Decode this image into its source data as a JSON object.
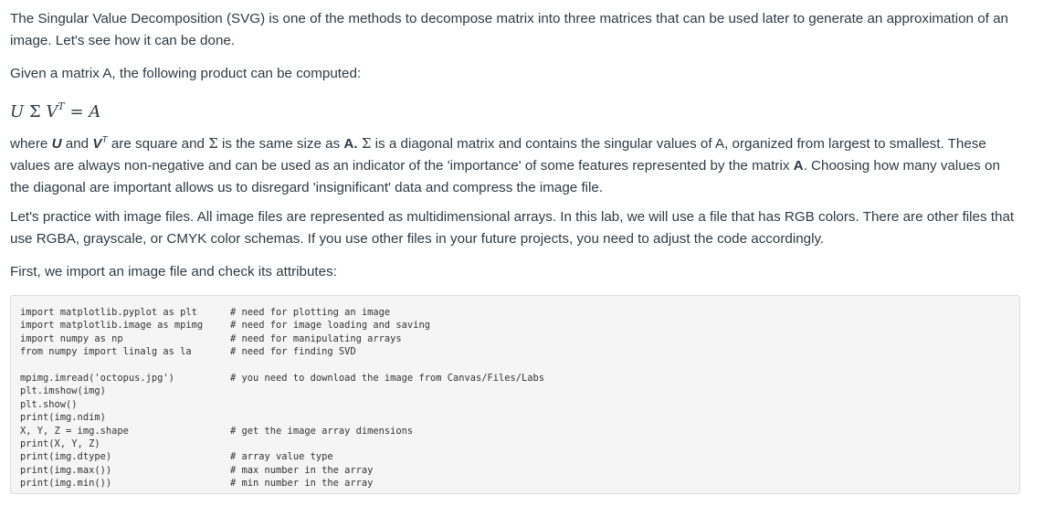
{
  "intro": {
    "p1": "The Singular Value Decomposition (SVG) is one of the methods to decompose matrix into three matrices that can be used later to generate an approximation of an image. Let's see how it can be done.",
    "p2": "Given a matrix  A, the following product can be computed:",
    "formula": {
      "u": "U",
      "sigma": "Σ",
      "v": "V",
      "t": "T",
      "eq": " = ",
      "a": "A"
    }
  },
  "explain": {
    "s1": "where ",
    "u": "U",
    "s2": " and ",
    "v": "V",
    "t": "T",
    "s3": " are square and ",
    "sigma1": "Σ",
    "s4": " is the same size as ",
    "a1": "A.",
    "s5": " ",
    "sigma2": "Σ",
    "s6": " is a diagonal matrix and contains the singular values of  A, organized from largest to smallest. These values are always non-negative and can be used as an indicator of the 'importance' of some features represented by the matrix ",
    "a2": "A",
    "s7": ". Choosing how many values on the diagonal are important allows us to disregard 'insignificant' data and compress the image file."
  },
  "practice": "Let's practice with image files. All image files are represented as multidimensional arrays. In this lab, we will use a file that has RGB colors. There are other files that use RGBA, grayscale, or CMYK color schemas. If you use other files in your future projects, you need to adjust the code accordingly.",
  "first": "First, we import an image file and check its attributes:",
  "code_lines": [
    {
      "code": "import matplotlib.pyplot as plt",
      "comment": "# need for plotting an image"
    },
    {
      "code": "import matplotlib.image as mpimg",
      "comment": "# need for image loading and saving"
    },
    {
      "code": "import numpy as np",
      "comment": "# need for manipulating arrays"
    },
    {
      "code": "from numpy import linalg as la",
      "comment": "# need for finding SVD"
    },
    {
      "code": "",
      "comment": ""
    },
    {
      "code": "mpimg.imread('octopus.jpg')",
      "comment": "# you need to download the image from Canvas/Files/Labs"
    },
    {
      "code": "plt.imshow(img)",
      "comment": ""
    },
    {
      "code": "plt.show()",
      "comment": ""
    },
    {
      "code": "print(img.ndim)",
      "comment": ""
    },
    {
      "code": "X, Y, Z = img.shape",
      "comment": "# get the image array dimensions"
    },
    {
      "code": "print(X, Y, Z)",
      "comment": ""
    },
    {
      "code": "print(img.dtype)",
      "comment": "# array value type"
    },
    {
      "code": "print(img.max())",
      "comment": "# max number in the array"
    },
    {
      "code": "print(img.min())",
      "comment": "# min number in the array"
    }
  ]
}
